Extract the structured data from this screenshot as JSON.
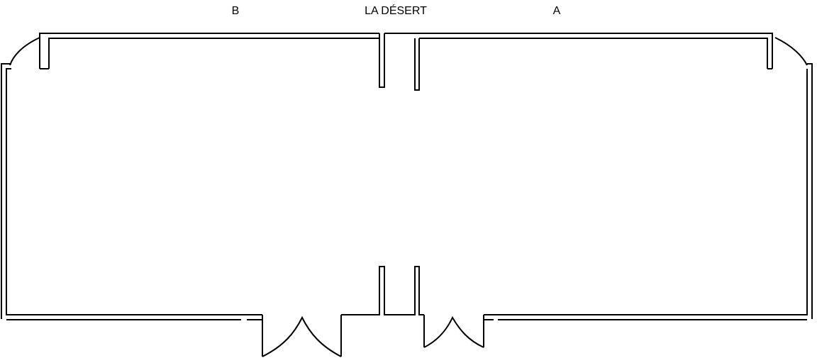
{
  "plan": {
    "title": "LA DÉSERT",
    "rooms": [
      {
        "id": "B",
        "label": "B"
      },
      {
        "id": "A",
        "label": "A"
      }
    ],
    "colors": {
      "line": "#000000",
      "background": "#ffffff"
    }
  }
}
